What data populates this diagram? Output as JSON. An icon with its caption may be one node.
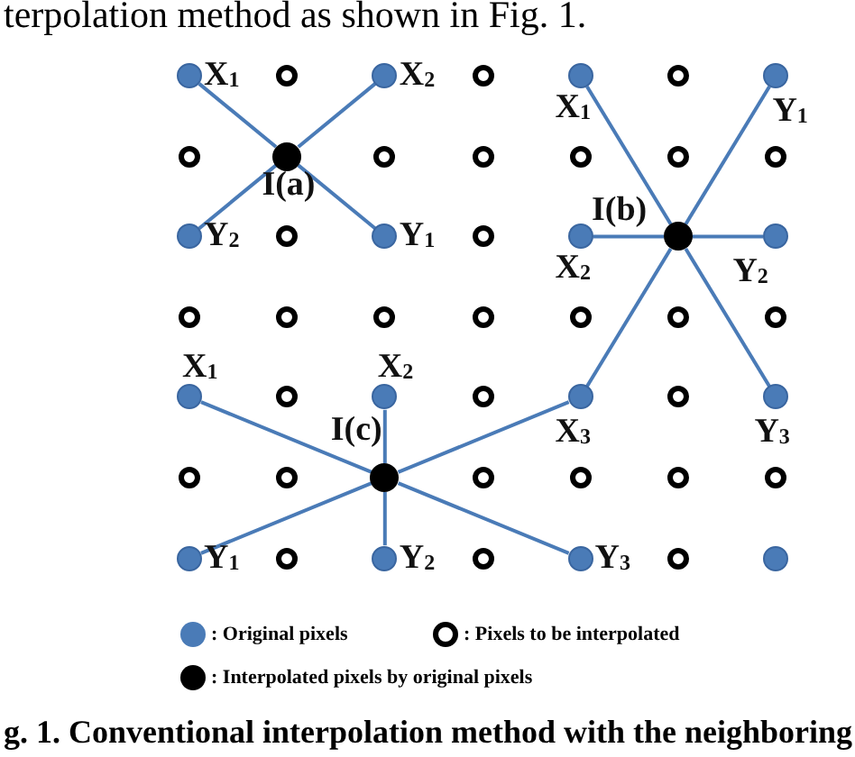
{
  "diagram": {
    "caption": "g. 1. Conventional interpolation method with the neighboring",
    "nodes": [
      {
        "text": [],
        "shape": "circle",
        "beside": [
          "X$_{1}$"
        ]
      },
      {
        "text": [],
        "shape": "circle"
      },
      {
        "text": [],
        "shape": "circle",
        "beside": [
          "X$_{2}$"
        ]
      },
      {
        "text": [],
        "shape": "circle"
      },
      {
        "text": [],
        "shape": "circle",
        "beside": [
          "X$_{1}$"
        ]
      },
      {
        "text": [],
        "shape": "circle"
      },
      {
        "text": [],
        "shape": "circle",
        "beside": [
          "Y$_{1}$"
        ]
      },
      {
        "text": [],
        "shape": "circle"
      },
      {
        "text": [],
        "shape": "circle",
        "beside": [
          "I(a)"
        ]
      },
      {
        "text": [],
        "shape": "circle"
      },
      {
        "text": [],
        "shape": "circle"
      },
      {
        "text": [],
        "shape": "circle"
      },
      {
        "text": [],
        "shape": "circle"
      },
      {
        "text": [],
        "shape": "circle"
      },
      {
        "text": [],
        "shape": "circle",
        "beside": [
          "Y$_{2}$"
        ]
      },
      {
        "text": [],
        "shape": "circle"
      },
      {
        "text": [],
        "shape": "circle",
        "beside": [
          "Y$_{1}$"
        ]
      },
      {
        "text": [],
        "shape": "circle"
      },
      {
        "text": [],
        "shape": "circle",
        "beside": [
          "X$_{2}$"
        ]
      },
      {
        "text": [],
        "shape": "circle",
        "beside": [
          "I(b)"
        ]
      },
      {
        "text": [],
        "shape": "circle",
        "beside": [
          "Y$_{2}$"
        ]
      },
      {
        "text": [],
        "shape": "circle"
      },
      {
        "text": [],
        "shape": "circle"
      },
      {
        "text": [],
        "shape": "circle"
      },
      {
        "text": [],
        "shape": "circle"
      },
      {
        "text": [],
        "shape": "circle"
      },
      {
        "text": [],
        "shape": "circle"
      },
      {
        "text": [],
        "shape": "circle"
      },
      {
        "text": [],
        "shape": "circle",
        "beside": [
          "X$_{1}$"
        ]
      },
      {
        "text": [],
        "shape": "circle"
      },
      {
        "text": [],
        "shape": "circle",
        "beside": [
          "X$_{2}$"
        ]
      },
      {
        "text": [],
        "shape": "circle"
      },
      {
        "text": [],
        "shape": "circle",
        "beside": [
          "X$_{3}$"
        ]
      },
      {
        "text": [],
        "shape": "circle"
      },
      {
        "text": [],
        "shape": "circle",
        "beside": [
          "Y$_{3}$"
        ]
      },
      {
        "text": [],
        "shape": "circle"
      },
      {
        "text": [],
        "shape": "circle"
      },
      {
        "text": [],
        "shape": "circle",
        "beside": [
          "I(c)"
        ]
      },
      {
        "text": [],
        "shape": "circle"
      },
      {
        "text": [],
        "shape": "circle"
      },
      {
        "text": [],
        "shape": "circle"
      },
      {
        "text": [],
        "shape": "circle"
      },
      {
        "text": [],
        "shape": "circle",
        "beside": [
          "Y$_{1}$"
        ]
      },
      {
        "text": [],
        "shape": "circle"
      },
      {
        "text": [],
        "shape": "circle",
        "beside": [
          "Y$_{2}$"
        ]
      },
      {
        "text": [],
        "shape": "circle"
      },
      {
        "text": [],
        "shape": "circle",
        "beside": [
          "Y$_{3}$"
        ]
      },
      {
        "text": [],
        "shape": "circle"
      },
      {
        "text": [],
        "shape": "circle"
      }
    ],
    "edges": [
      {
        "from": 8,
        "to": 0,
        "arrow": "none"
      },
      {
        "from": 8,
        "to": 2,
        "arrow": "none"
      },
      {
        "from": 8,
        "to": 14,
        "arrow": "none"
      },
      {
        "from": 8,
        "to": 16,
        "arrow": "none"
      },
      {
        "from": 19,
        "to": 4,
        "arrow": "none"
      },
      {
        "from": 19,
        "to": 6,
        "arrow": "none"
      },
      {
        "from": 19,
        "to": 18,
        "arrow": "none"
      },
      {
        "from": 19,
        "to": 20,
        "arrow": "none"
      },
      {
        "from": 19,
        "to": 32,
        "arrow": "none"
      },
      {
        "from": 19,
        "to": 34,
        "arrow": "none"
      },
      {
        "from": 37,
        "to": 28,
        "arrow": "none"
      },
      {
        "from": 37,
        "to": 30,
        "arrow": "none"
      },
      {
        "from": 37,
        "to": 32,
        "arrow": "none"
      },
      {
        "from": 37,
        "to": 42,
        "arrow": "none"
      },
      {
        "from": 37,
        "to": 44,
        "arrow": "none"
      },
      {
        "from": 37,
        "to": 46,
        "arrow": "none"
      }
    ],
    "labels": [
      "terpolation method as shown in Fig. 1."
    ],
    "legend": [
      {
        "text": ": Original pixels",
        "color": "#4a7bb7"
      },
      {
        "text": ": Pixels to be interpolated"
      },
      {
        "text": ": Interpolated pixels by original pixels",
        "color": "#000000"
      }
    ]
  }
}
